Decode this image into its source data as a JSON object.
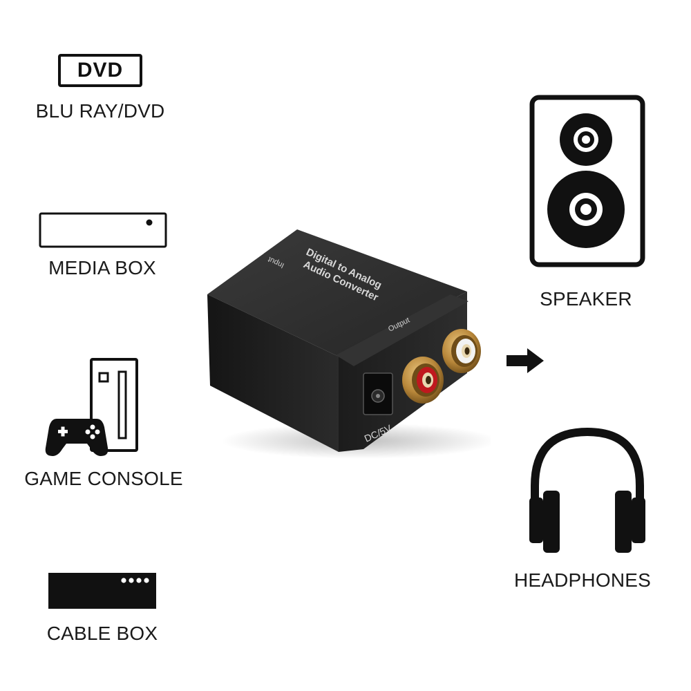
{
  "sources": {
    "dvd": {
      "icon_text": "DVD",
      "label": "BLU RAY/DVD"
    },
    "media_box": {
      "label": "MEDIA BOX"
    },
    "game_console": {
      "label": "GAME CONSOLE"
    },
    "cable_box": {
      "label": "CABLE BOX"
    }
  },
  "device": {
    "title_line1": "Digital  to Analog",
    "title_line2": "Audio Converter",
    "input_label": "Input",
    "output_label": "Output",
    "power_label": "DC/5V"
  },
  "outputs": {
    "speaker": {
      "label": "SPEAKER"
    },
    "headphones": {
      "label": "HEADPHONES"
    }
  },
  "icons": [
    "dvd-icon",
    "media-box-icon",
    "game-console-icon",
    "cable-box-icon",
    "arrow-right-icon",
    "speaker-icon",
    "headphones-icon"
  ],
  "colors": {
    "icon": "#111111",
    "device_body": "#1e1e1e",
    "rca_left_ring": "#c0181e",
    "rca_right_ring": "#f2f2f2",
    "gold": "#b8873a"
  }
}
